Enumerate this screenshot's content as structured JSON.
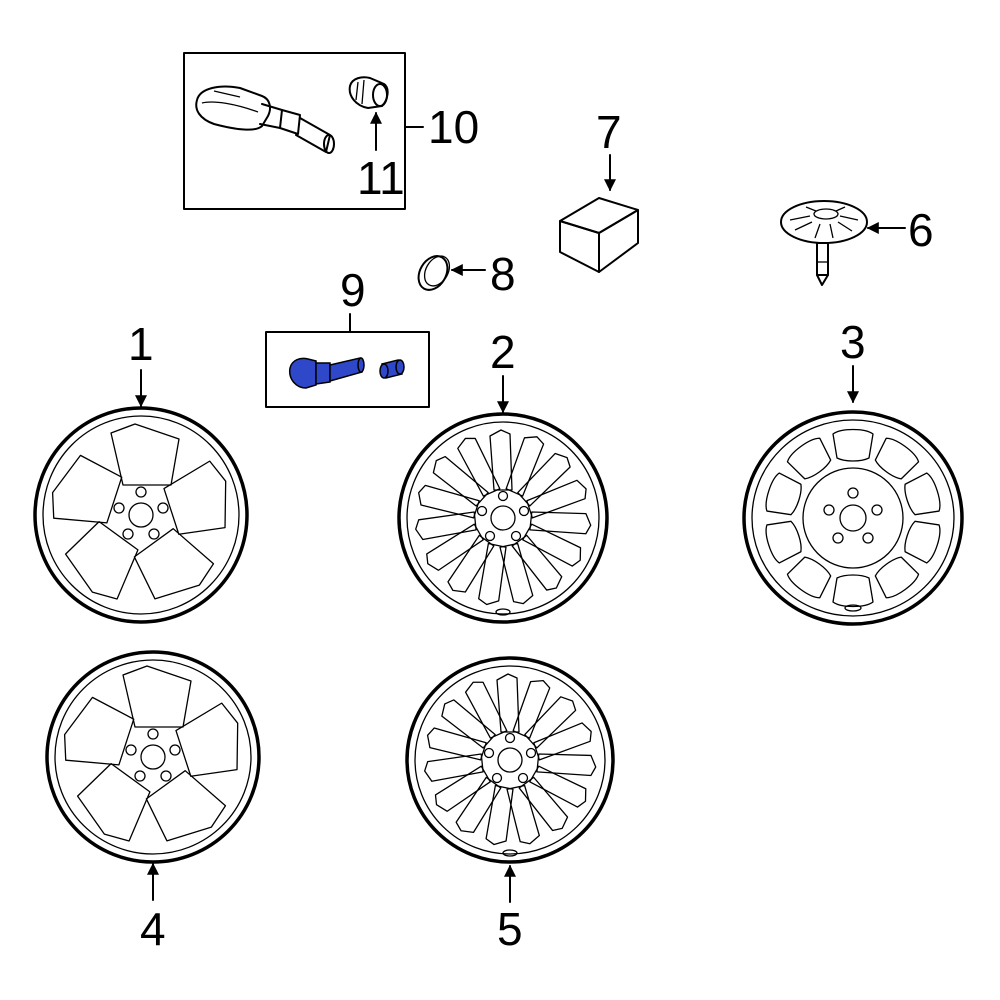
{
  "diagram": {
    "callouts": {
      "p1": "1",
      "p2": "2",
      "p3": "3",
      "p4": "4",
      "p5": "5",
      "p6": "6",
      "p7": "7",
      "p8": "8",
      "p9": "9",
      "p10": "10",
      "p11": "11"
    },
    "highlight_color": "#2f48c9",
    "line_color": "#000000"
  }
}
